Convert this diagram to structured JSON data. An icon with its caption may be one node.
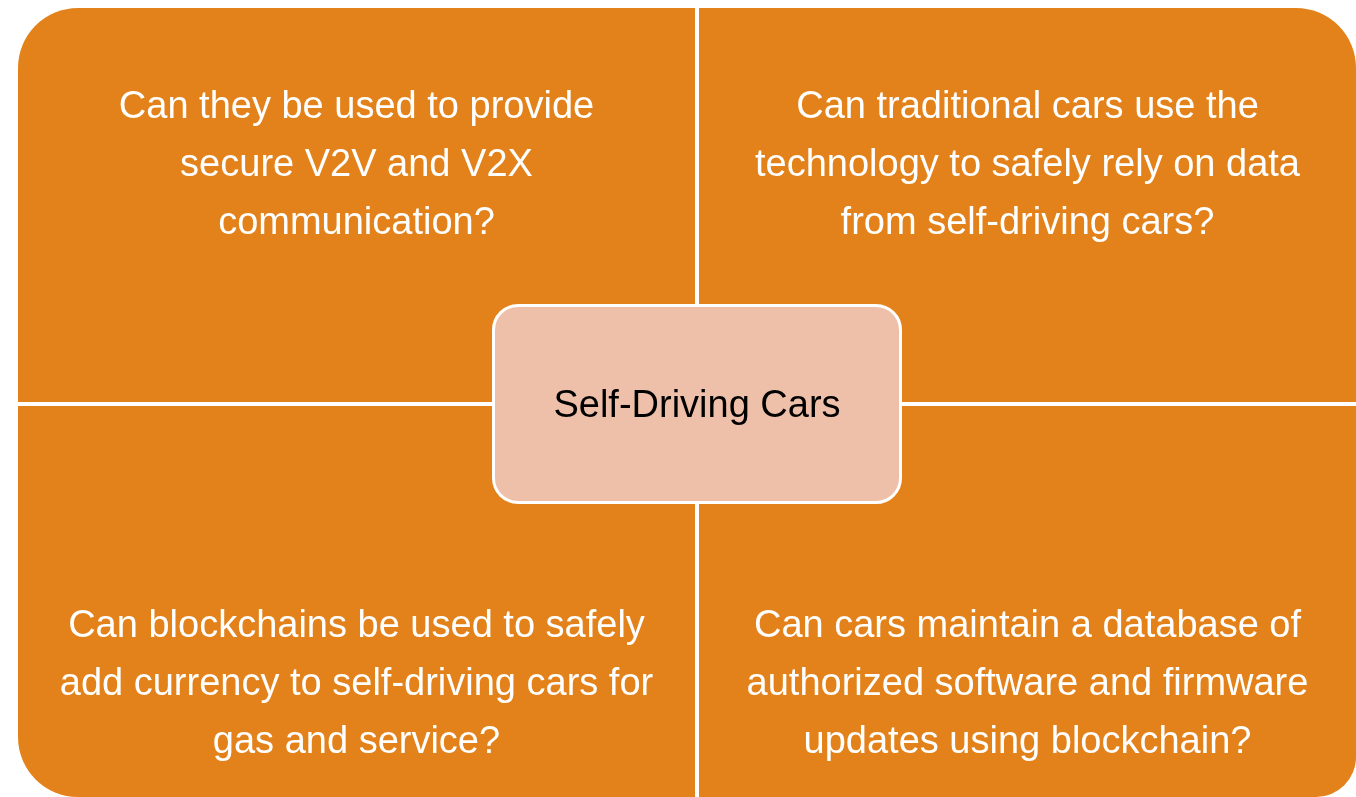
{
  "diagram": {
    "nodes": [
      {
        "text": [
          "Can they be used to provide secure V2V and V2X communication?"
        ]
      },
      {
        "text": [
          "Can traditional cars use the technology to safely rely on data from self-driving cars?"
        ]
      },
      {
        "text": [
          "Self-Driving Cars"
        ]
      },
      {
        "text": [
          "Can blockchains be used to safely add currency to self-driving cars for gas and service?"
        ]
      },
      {
        "text": [
          "Can cars maintain a database of authorized software and firmware updates using blockchain?"
        ]
      }
    ],
    "edges": []
  }
}
